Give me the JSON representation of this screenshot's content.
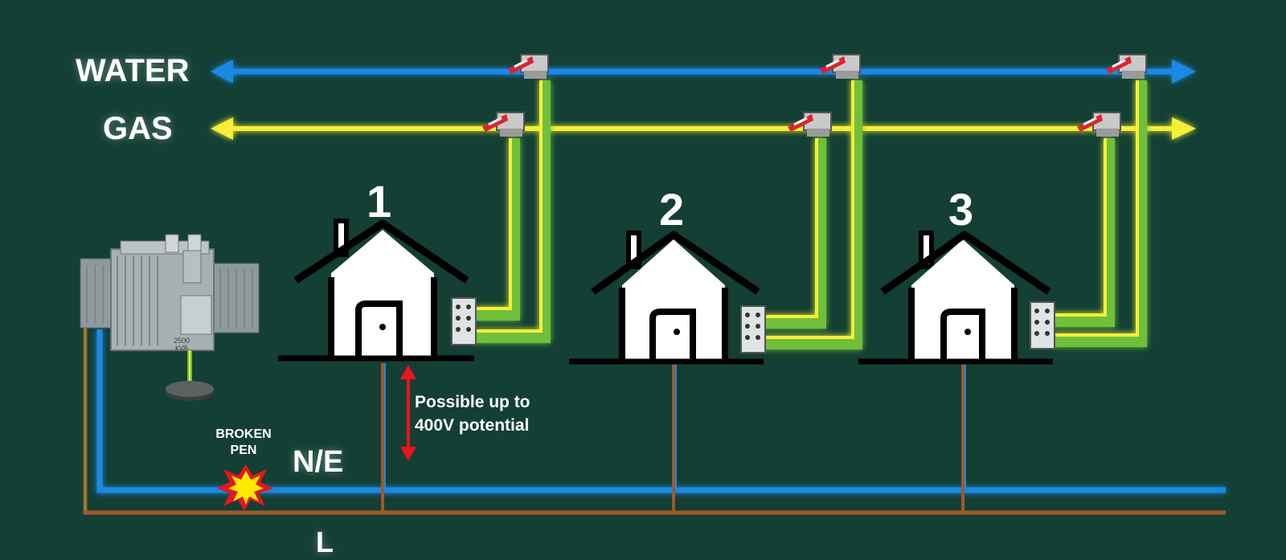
{
  "labels": {
    "water": "WATER",
    "gas": "GAS",
    "ne": "N/E",
    "l": "L",
    "broken_pen": [
      "BROKEN",
      "PEN"
    ],
    "potential": [
      "Possible up to",
      "400V potential"
    ],
    "transformer_plate": [
      "2500",
      "kVA"
    ]
  },
  "houses": [
    {
      "number": "1"
    },
    {
      "number": "2"
    },
    {
      "number": "3"
    }
  ],
  "colors": {
    "background": "#133f34",
    "water_pipe": "#1e88e5",
    "gas_pipe": "#f5ef36",
    "bond_yellow": "#f5ef36",
    "bond_green": "#6fbf3a",
    "neutral_earth": "#1e88e5",
    "line": "#a0582a",
    "warning_arrow": "#e8141e",
    "spark": "#ffea00"
  }
}
